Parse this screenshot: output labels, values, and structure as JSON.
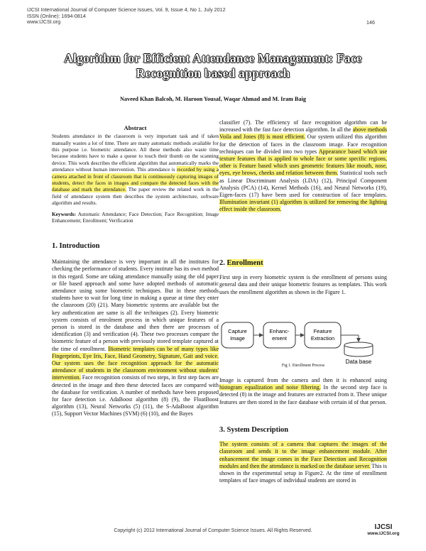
{
  "header": {
    "line1": "IJCSI International Journal of Computer Science Issues, Vol. 9, Issue 4, No 1, July 2012",
    "line2": "ISSN (Online): 1694-0814",
    "line3": "www.IJCSI.org",
    "page_number": "146"
  },
  "title_line1": "Algorithm for Efficient Attendance Management: Face",
  "title_line2": "Recognition based approach",
  "authors": "Naveed Khan Balcoh, M. Haroon Yousaf, Waqar Ahmad  and M. Iram Baig",
  "abstract": {
    "heading": "Abstract",
    "p1": "Students attendance in the classroom is very important task and if taken manually wastes a lot of time. There are many automatic methods available for this purpose i.e. biometric attendance. All these methods also waste time because students have to make a queue to touch their thumb on the scanning device. This work describes the efficient algorithm that automatically marks the attendance without human intervention. This attendance is ",
    "p1_hl": "recorded by using a camera attached in front of classroom that is continuously capturing images of students, detect the faces in images and compare the detected faces with the database and mark the attendance.",
    "p1_end": " The paper review the related work in the field of attendance system then describes the system architecture, software algorithm and results.",
    "keywords_label": "Keywords:",
    "keywords": " Automatic Attendance; Face Detection; Face Recognition; Image Enhancement; Enrollment; Verification"
  },
  "intro": {
    "heading": "1. Introduction",
    "text1": "Maintaining the attendance is very important in all the institutes for checking the performance of students. Every institute has its own method in this regard. Some are taking attendance manually using the old paper or file based approach and some have adopted methods of automatic attendance using some biometric techniques. But in these methods students have to wait for long time in making a queue at time they enter the classroom (20) (21). Many biometric systems are available but the key authentication are same is all the techniques (2). Every biometric system consists of enrolment process in which unique features of a person is stored in the database and then there are processes of identification (3) and verification (4). These two processes compare the biometric feature of a person with previously stored template captured at the time of enrollment. ",
    "hl1": "Biometric templates can be of many types like Fingerprints, Eye Iris, Face, Hand Geometry, Signature, Gait and voice. Our system uses the face recognition approach for the automatic attendance of students in the classroom environment without students' intervention.",
    "text2": " Face recognition consists of two steps, in first step faces are detected in the image and then these detected faces are compared with the database for verification. A number of methods have been proposed for face detection i.e. AdaBoost algorithm (8) (9), the FloatBoost algorithm (13), Neural Networks (5) (11), the S-AdaBoost algorithm (15), Support Vector Machines (SVM) (6) (10), and the Bayes"
  },
  "right_top": {
    "t1": "classifier (7). The efficiency of face recognition algorithm can be increased with the fast face detection algorithm. In all the ",
    "h1": "above methods Voila and Jones (8) is most efficient.",
    "t2": " Our system utilized this algorithm for the detection of faces in the classroom image. Face recognition techniques can be divided into two types ",
    "h2": "Appearance based which use texture features that is applied to whole face or some specific regions, other is Feature based which uses geometric features like mouth, nose, eyes, eye brows, cheeks and relation between them.",
    "t3": " Statistical tools such as Linear Discriminant Analysis (LDA) (12), Principal Component Analysis (PCA) (14), Kernel Methods (16), and Neural Networks (19), Eigen-faces (17) have been used for construction of face templates. ",
    "h3": "Illumination invariant (1) algorithm is utilized for removing the lighting effect inside the classroom."
  },
  "enrollment": {
    "heading_num": "2. ",
    "heading": "Enrollment",
    "text": "First step in every biometric system is the enrollment of persons using general data and their unique biometric features as templates. This work uses the enrollment algorithm as shown in the Figure 1."
  },
  "figure": {
    "box1_l1": "Capture",
    "box1_l2": "Image",
    "box2_l1": "Enhanc-",
    "box2_l2": "ement",
    "box3_l1": "Feature",
    "box3_l2": "Extraction",
    "db_label": "Data base",
    "caption": "Fig 1. Enrollment Process"
  },
  "after_fig": {
    "t1": "Image is captured from the camera and then it is enhanced using ",
    "h1": "histogram equalization and noise filtering.",
    "t2": " In the second step face is detected (8) in the image and features are extracted from it. These unique features are then stored in the face database with certain id of that person."
  },
  "system": {
    "heading": "3. System Description",
    "h1": "The system consists of a camera that captures the images of the classroom and sends it to the image enhancement module. After enhancement the image comes in the Face Detection and Recognition modules and then the attendance is marked on the database server.",
    "t1": " This is shown in the experimental  setup in Figure2. At the time of enrollment templates of face images of individual students are stored in"
  },
  "footer": "Copyright (c) 2012 International Journal of Computer Science Issues. All Rights Reserved.",
  "logo": {
    "name": "IJCSI",
    "url": "www.IJCSI.org"
  },
  "colors": {
    "highlight": "#fbf37a",
    "text": "#111111"
  }
}
